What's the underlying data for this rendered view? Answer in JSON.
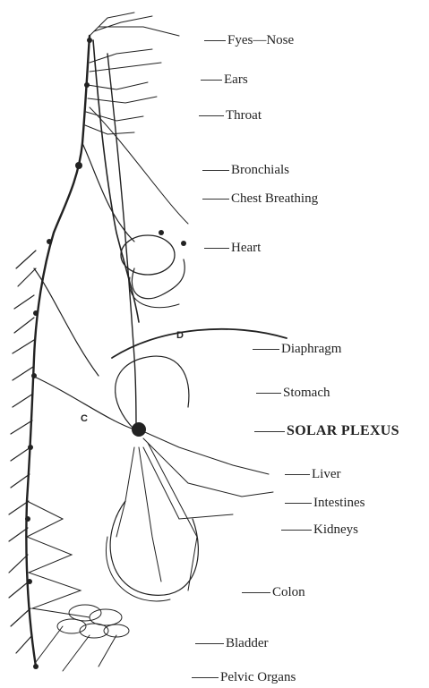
{
  "figure": {
    "labels": {
      "eyes_nose": "Fyes—Nose",
      "ears": "Ears",
      "throat": "Throat",
      "bronchials": "Bronchials",
      "chest_breathing": "Chest Breathing",
      "heart": "Heart",
      "diaphragm": "Diaphragm",
      "stomach": "Stomach",
      "solar_plexus": "SOLAR PLEXUS",
      "liver": "Liver",
      "intestines": "Intestines",
      "kidneys": "Kidneys",
      "colon": "Colon",
      "bladder": "Bladder",
      "pelvic_organs": "Pelvic Organs"
    },
    "markers": {
      "d": "D",
      "c": "C"
    },
    "ink_color": "#222222",
    "background": "#ffffff"
  }
}
